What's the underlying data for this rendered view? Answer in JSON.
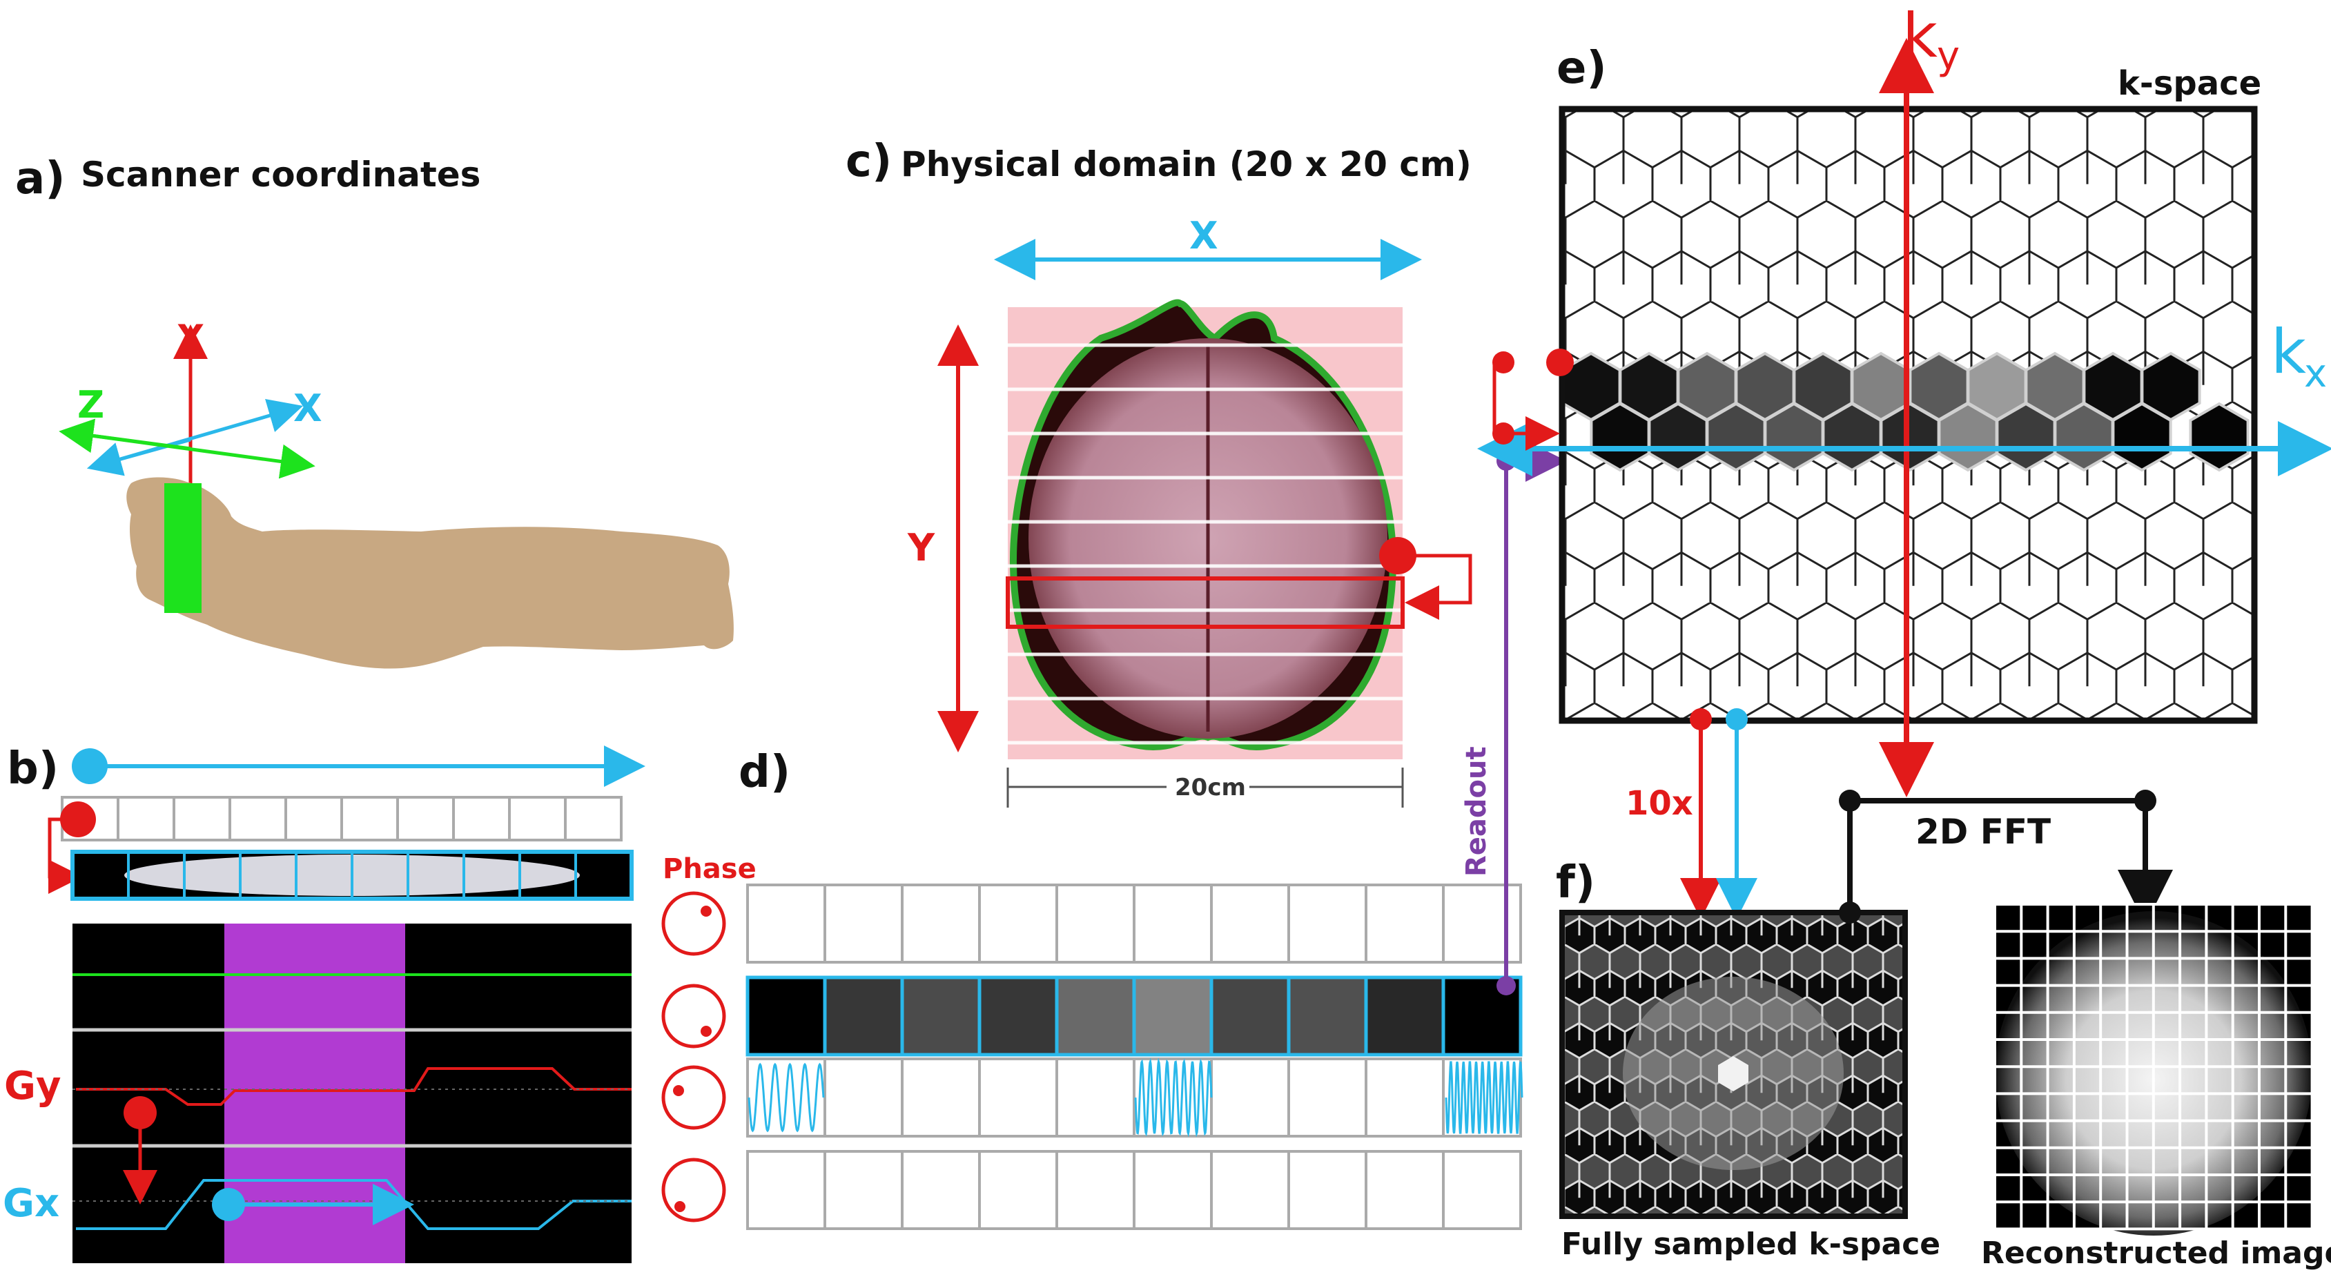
{
  "panels": {
    "a": {
      "letter": "a)",
      "title": "Scanner coordinates",
      "axes": {
        "y": "Y",
        "x": "X",
        "z": "Z"
      }
    },
    "b": {
      "letter": "b)",
      "gy": "Gy",
      "gx": "Gx"
    },
    "c": {
      "letter": "c)",
      "title": "Physical domain (20 x 20 cm)",
      "x_axis": "X",
      "y_axis": "Y",
      "scale": "20cm"
    },
    "d": {
      "letter": "d)",
      "phase": "Phase",
      "readout": "Readout"
    },
    "e": {
      "letter": "e)",
      "title": "k-space",
      "ky": "k",
      "ky_sub": "y",
      "kx": "k",
      "kx_sub": "x"
    },
    "f": {
      "letter": "f)",
      "factor": "10x",
      "fft": "2D FFT",
      "left_caption": "Fully sampled k-space",
      "right_caption": "Reconstructed image"
    }
  },
  "kspace_row_gray": [
    16,
    20,
    95,
    80,
    60,
    130,
    90,
    155,
    110,
    12,
    8
  ],
  "kspace_row2_gray": [
    10,
    30,
    70,
    85,
    50,
    40,
    135,
    60,
    95,
    5
  ],
  "readout_gray": [
    0,
    55,
    75,
    55,
    105,
    130,
    70,
    80,
    40,
    0
  ],
  "colors": {
    "red": "#e21a1a",
    "cyan": "#2ab8ea",
    "green": "#1de21d",
    "purple": "#7b3fa5",
    "magenta": "#b13bd2",
    "skin": "#c8a882"
  }
}
